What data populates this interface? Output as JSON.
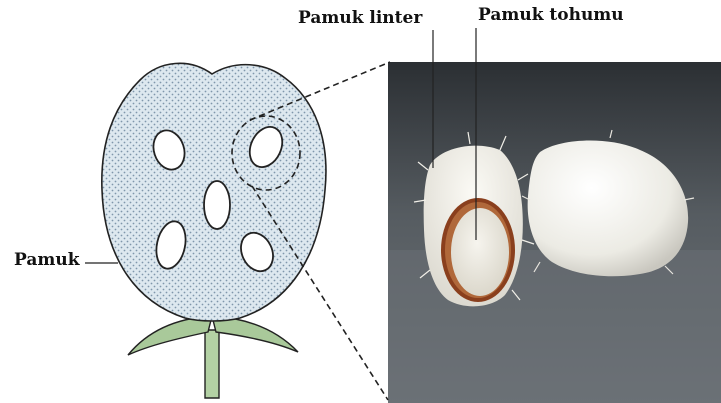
{
  "labels": {
    "pamuk_linter": "Pamuk linter",
    "pamuk_tohumu": "Pamuk tohumu",
    "pamuk": "Pamuk"
  },
  "colors": {
    "boll_fill": "#dde8ef",
    "boll_dots": "#7f97ab",
    "leaf": "#a9c99a",
    "stem": "#b3d1a4",
    "outline": "#222222",
    "photo_background": "#4c5257",
    "cotton_fiber": "#eeece6",
    "seed_coat": "#8a3f1d",
    "seed_kernel": "#e9e5db"
  }
}
